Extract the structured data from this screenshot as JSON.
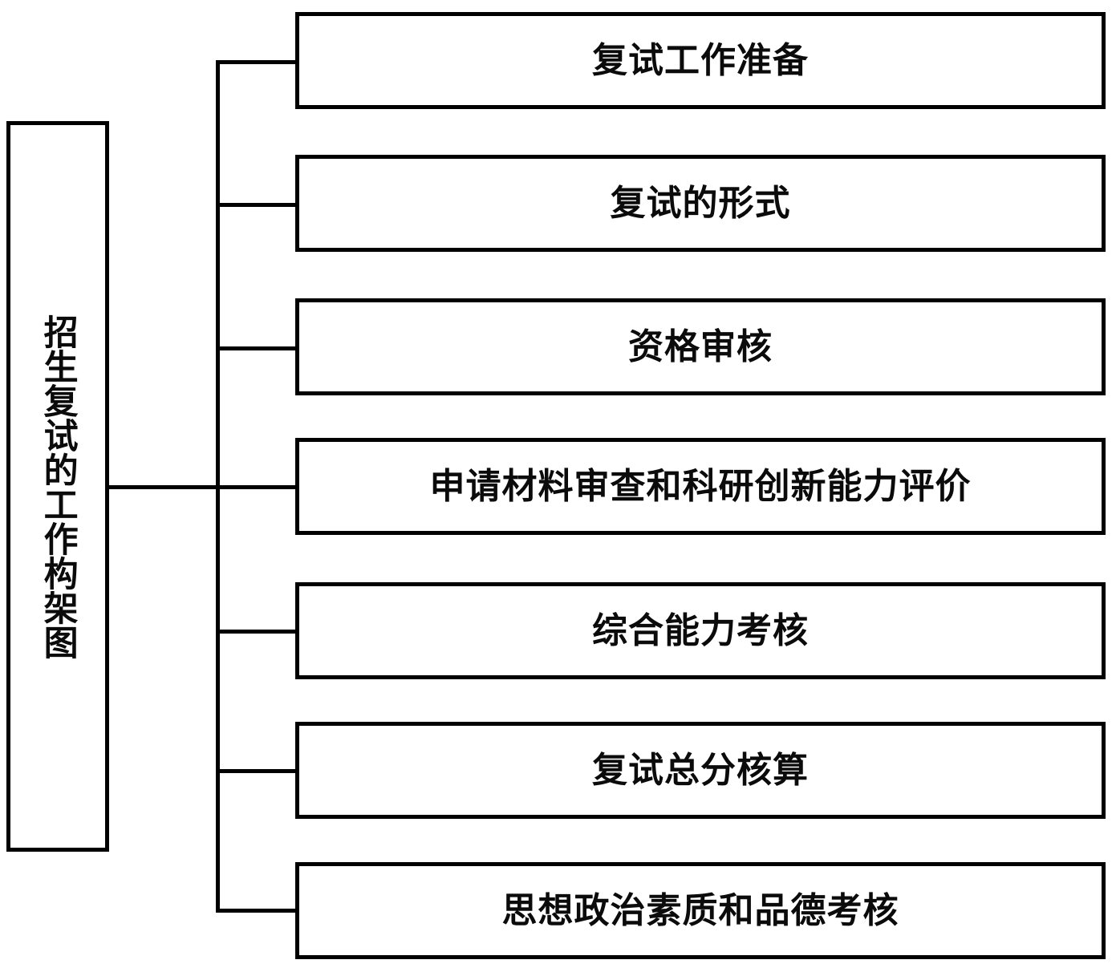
{
  "diagram": {
    "type": "tree-hierarchy",
    "orientation": "left-root-right-children",
    "root": {
      "label": "招生复试的工作构架图",
      "text_direction": "vertical"
    },
    "children": [
      {
        "label": "复试工作准备"
      },
      {
        "label": "复试的形式"
      },
      {
        "label": "资格审核"
      },
      {
        "label": "申请材料审查和科研创新能力评价"
      },
      {
        "label": "综合能力考核"
      },
      {
        "label": "复试总分核算"
      },
      {
        "label": "思想政治素质和品德考核"
      }
    ],
    "colors": {
      "stroke": "#000000",
      "fill": "#ffffff",
      "text": "#0b0b0b"
    }
  }
}
